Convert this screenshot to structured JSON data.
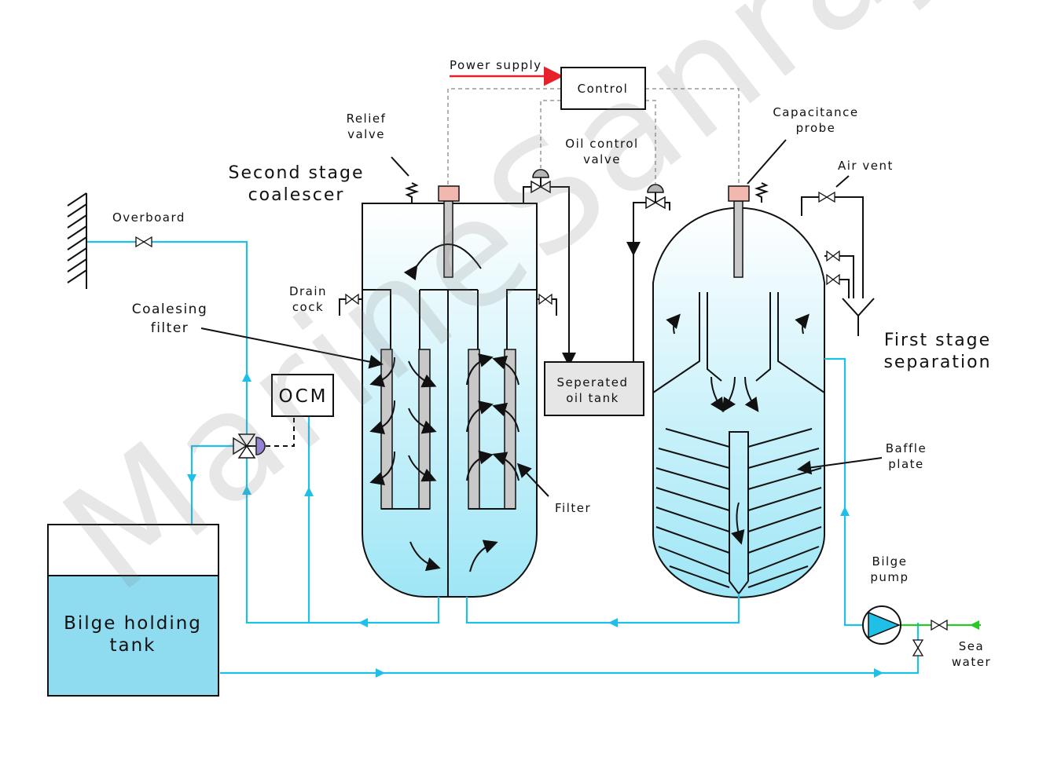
{
  "labels": {
    "power_supply": "Power supply",
    "control": "Control",
    "relief_valve": [
      "Relief",
      "valve"
    ],
    "oil_control_valve": [
      "Oil control",
      "valve"
    ],
    "capacitance_probe": [
      "Capacitance",
      "probe"
    ],
    "air_vent": "Air vent",
    "second_stage": [
      "Second stage",
      "coalescer"
    ],
    "overboard": "Overboard",
    "drain_cock": [
      "Drain",
      "cock"
    ],
    "coalesing_filter": [
      "Coalesing",
      "filter"
    ],
    "ocm": "OCM",
    "separated_oil_tank": [
      "Seperated",
      "oil tank"
    ],
    "first_stage": [
      "First stage",
      "separation"
    ],
    "baffle_plate": [
      "Baffle",
      "plate"
    ],
    "filter": "Filter",
    "bilge_pump": [
      "Bilge",
      "pump"
    ],
    "sea_water": [
      "Sea",
      "water"
    ],
    "bilge_holding_tank": [
      "Bilge holding",
      "tank"
    ]
  },
  "watermark": "MarineSanraj",
  "colors": {
    "pipe": "#1ec0e8",
    "power_line": "#e8202a",
    "sea_water_line": "#28c828",
    "tank_water": "#8fdcf0",
    "probe": "#f2b8b0",
    "ocm_actuator": "#9a86e8"
  }
}
